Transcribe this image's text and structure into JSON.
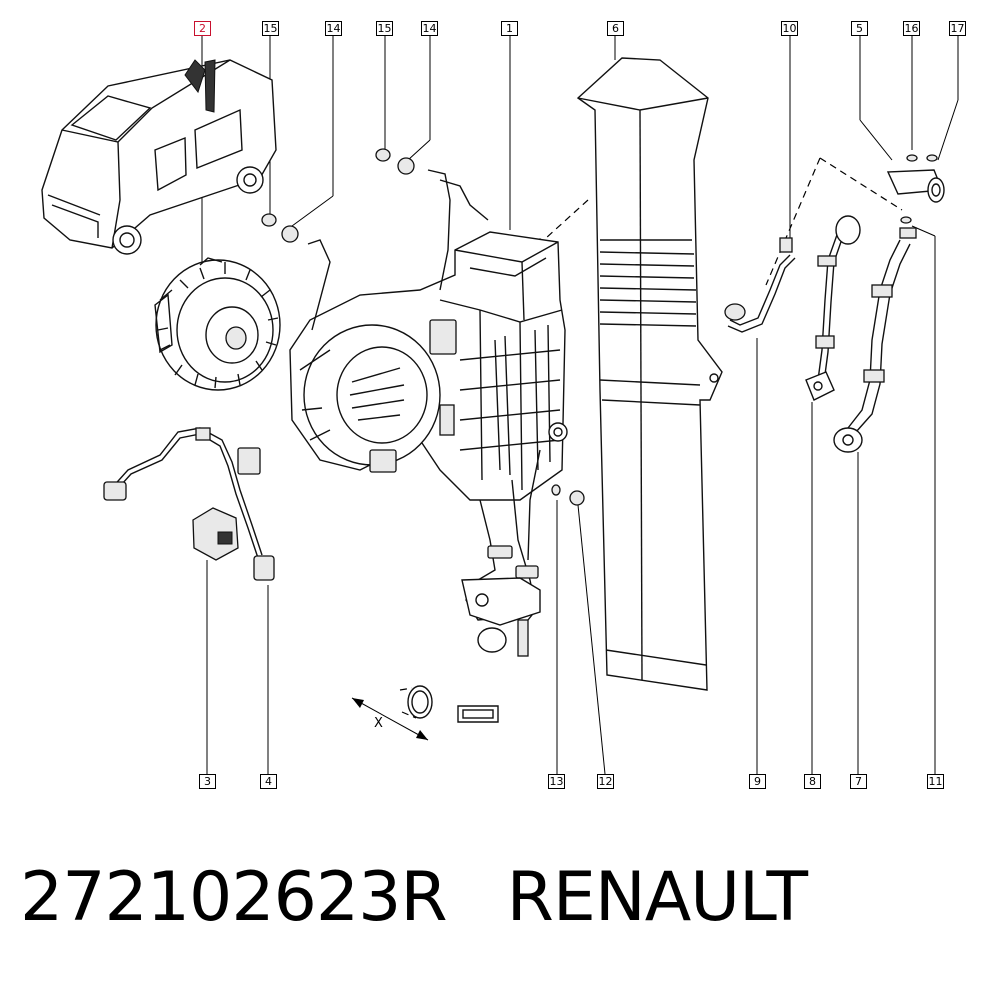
{
  "callouts": {
    "c2": "2",
    "c15a": "15",
    "c14a": "14",
    "c15b": "15",
    "c14b": "14",
    "c1": "1",
    "c6": "6",
    "c10": "10",
    "c5": "5",
    "c16": "16",
    "c17": "17",
    "c3": "3",
    "c4": "4",
    "c13": "13",
    "c12": "12",
    "c9": "9",
    "c8": "8",
    "c7": "7",
    "c11": "11"
  },
  "dimension_label": "X",
  "caption": {
    "part_number": "272102623R",
    "brand": "RENAULT"
  },
  "colors": {
    "highlight": "#c8102e",
    "line": "#000000",
    "background": "#ffffff"
  }
}
